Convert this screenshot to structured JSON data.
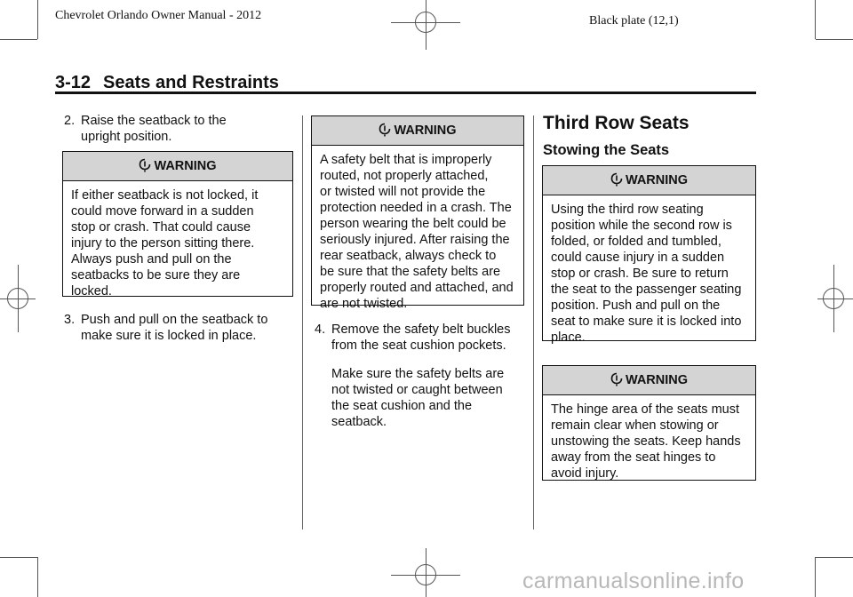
{
  "plate": {
    "left": "Chevrolet Orlando Owner Manual - 2012",
    "right": "Black plate (12,1)"
  },
  "header": {
    "page_number": "3-12",
    "title": "Seats and Restraints"
  },
  "col1": {
    "step2": {
      "num": "2.",
      "line1": "Raise the seatback to the",
      "line2": "upright position."
    },
    "warning": {
      "label": "WARNING",
      "lines": [
        "If either seatback is not locked, it",
        "could move forward in a sudden",
        "stop or crash. That could cause",
        "injury to the person sitting there.",
        "Always push and pull on the",
        "seatbacks to be sure they are",
        "locked."
      ]
    },
    "step3": {
      "num": "3.",
      "line1": "Push and pull on the seatback to",
      "line2": "make sure it is locked in place."
    }
  },
  "col2": {
    "warning": {
      "label": "WARNING",
      "lines": [
        "A safety belt that is improperly",
        "routed, not properly attached,",
        "or twisted will not provide the",
        "protection needed in a crash. The",
        "person wearing the belt could be",
        "seriously injured. After raising the",
        "rear seatback, always check to",
        "be sure that the safety belts are",
        "properly routed and attached, and",
        "are not twisted."
      ]
    },
    "step4": {
      "num": "4.",
      "line1": "Remove the safety belt buckles",
      "line2": "from the seat cushion pockets.",
      "note": [
        "Make sure the safety belts are",
        "not twisted or caught between",
        "the seat cushion and the",
        "seatback."
      ]
    }
  },
  "col3": {
    "section_title": "Third Row Seats",
    "subsection_title": "Stowing the Seats",
    "warning1": {
      "label": "WARNING",
      "lines": [
        "Using the third row seating",
        "position while the second row is",
        "folded, or folded and tumbled,",
        "could cause injury in a sudden",
        "stop or crash. Be sure to return",
        "the seat to the passenger seating",
        "position. Push and pull on the",
        "seat to make sure it is locked into",
        "place."
      ]
    },
    "warning2": {
      "label": "WARNING",
      "lines": [
        "The hinge area of the seats must",
        "remain clear when stowing or",
        "unstowing the seats. Keep hands",
        "away from the seat hinges to",
        "avoid injury."
      ]
    }
  },
  "watermark": "carmanualsonline.info",
  "icons": {
    "warning": "caution-icon"
  }
}
